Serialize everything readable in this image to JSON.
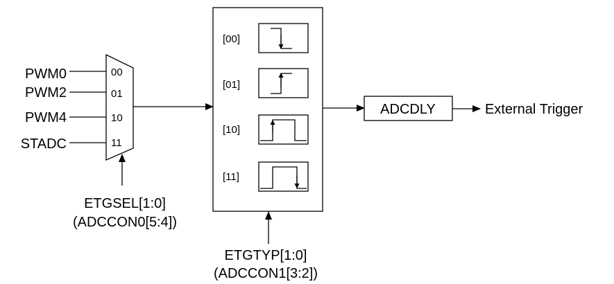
{
  "inputs": [
    {
      "signal": "PWM0",
      "code": "00"
    },
    {
      "signal": "PWM2",
      "code": "01"
    },
    {
      "signal": "PWM4",
      "code": "10"
    },
    {
      "signal": "STADC",
      "code": "11"
    }
  ],
  "mux_select": {
    "line1": "ETGSEL[1:0]",
    "line2": "(ADCCON0[5:4])"
  },
  "trigger_types": [
    {
      "code": "[00]",
      "icon": "falling-edge-icon"
    },
    {
      "code": "[01]",
      "icon": "rising-edge-icon"
    },
    {
      "code": "[10]",
      "icon": "pulse-rising-edge-icon"
    },
    {
      "code": "[11]",
      "icon": "pulse-falling-edge-icon"
    }
  ],
  "type_select": {
    "line1": "ETGTYP[1:0]",
    "line2": "(ADCCON1[3:2])"
  },
  "delay_block": "ADCDLY",
  "output": "External Trigger"
}
